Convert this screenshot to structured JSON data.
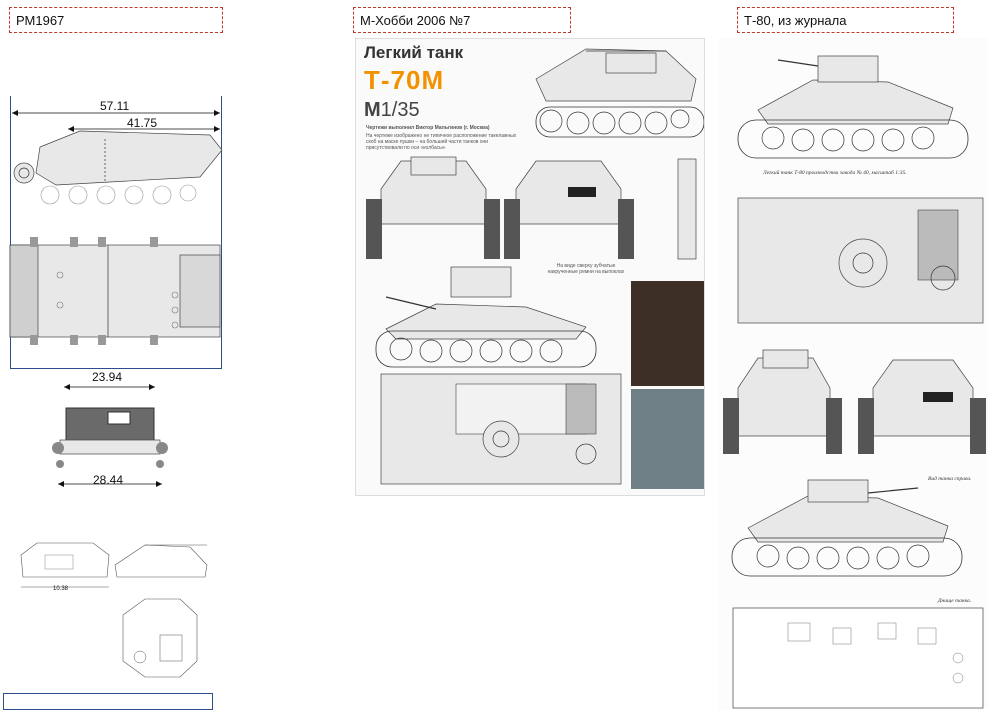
{
  "labels": {
    "rm": "РМ1967",
    "mhobby": "М-Хобби 2006 №7",
    "t80": "Т-80, из журнала"
  },
  "dimensions": {
    "total_length": "57.11",
    "hull_length": "41.75",
    "front_width": "23.94",
    "track_width": "28.44",
    "small_dim": "10.38"
  },
  "magazine": {
    "subtitle": "Легкий танк",
    "title": "Т-70М",
    "scale_m": "М",
    "scale_rest": "1/35",
    "author": "Чертежи выполнил Виктор Мальгинов (г. Москва)",
    "note": "На чертеже изображено не типичное расположение такелажных скоб на маске пушки – на большей части танков они присутствовали по оси «колбасы»",
    "side_note": "На виде сверху зубчатые накрученные ремни на выпоклах"
  },
  "journal": {
    "caption1": "Легкий танк Т-80 производства завода № 40, масштаб 1:35.",
    "caption2": "Вид танка справа.",
    "caption3": "Днище танка."
  },
  "colors": {
    "accent": "#f39200",
    "frame": "#c0392b",
    "box_blue": "#2a4f8a"
  }
}
